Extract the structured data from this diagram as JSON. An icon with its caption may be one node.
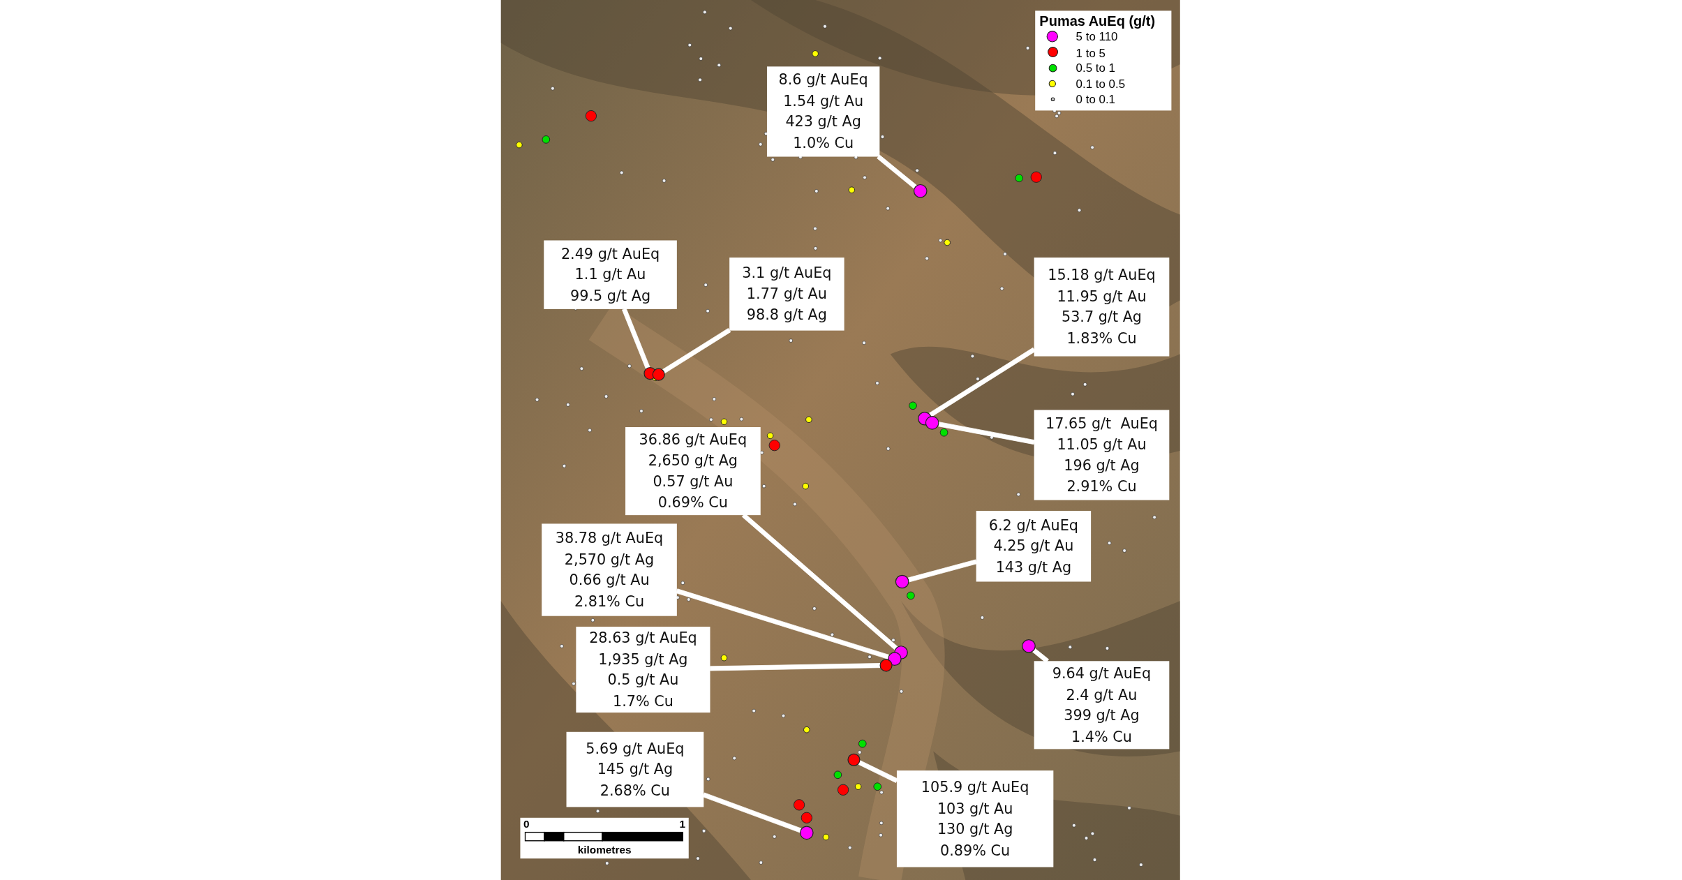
{
  "diagram": {
    "nodes": [
      {
        "text": [
          "8.6 g/t AuEq",
          "1.54 g/t Au",
          "423 g/t Ag",
          "1.0% Cu"
        ]
      },
      {
        "text": [
          "2.49 g/t AuEq",
          "1.1 g/t Au",
          "99.5 g/t Ag"
        ]
      },
      {
        "text": [
          "3.1 g/t AuEq",
          "1.77 g/t Au",
          "98.8 g/t Ag"
        ]
      },
      {
        "text": [
          "15.18 g/t AuEq",
          "11.95 g/t Au",
          "53.7 g/t Ag",
          "1.83% Cu"
        ]
      },
      {
        "text": [
          "17.65 g/t  AuEq",
          "11.05 g/t Au",
          "196 g/t Ag",
          "2.91% Cu"
        ]
      },
      {
        "text": [
          "36.86 g/t AuEq",
          "2,650 g/t Ag",
          "0.57 g/t Au",
          "0.69% Cu"
        ]
      },
      {
        "text": [
          "6.2 g/t AuEq",
          "4.25 g/t Au",
          "143 g/t Ag"
        ]
      },
      {
        "text": [
          "38.78 g/t AuEq",
          "2,570 g/t Ag",
          "0.66 g/t Au",
          "2.81% Cu"
        ]
      },
      {
        "text": [
          "28.63 g/t AuEq",
          "1,935 g/t Ag",
          "0.5 g/t Au",
          "1.7% Cu"
        ]
      },
      {
        "text": [
          "9.64 g/t AuEq",
          "2.4 g/t Au",
          "399 g/t Ag",
          "1.4% Cu"
        ]
      },
      {
        "text": [
          "5.69 g/t AuEq",
          "145 g/t Ag",
          "2.68% Cu"
        ]
      },
      {
        "text": [
          "105.9 g/t AuEq",
          "103 g/t Au",
          "130 g/t Ag",
          "0.89% Cu"
        ]
      },
      {
        "text": [],
        "shape": "circle"
      },
      {
        "text": [],
        "shape": "circle"
      },
      {
        "text": [],
        "shape": "circle"
      },
      {
        "text": [],
        "shape": "circle"
      },
      {
        "text": [],
        "shape": "circle"
      },
      {
        "text": [],
        "shape": "circle"
      },
      {
        "text": [],
        "shape": "circle"
      },
      {
        "text": [],
        "shape": "circle"
      },
      {
        "text": [],
        "shape": "circle"
      },
      {
        "text": [],
        "shape": "circle"
      },
      {
        "text": [],
        "shape": "circle"
      },
      {
        "text": [],
        "shape": "circle"
      }
    ],
    "edges": [
      {
        "from": 0,
        "to": 12,
        "arrow": "none"
      },
      {
        "from": 1,
        "to": 13,
        "arrow": "none"
      },
      {
        "from": 2,
        "to": 14,
        "arrow": "none"
      },
      {
        "from": 3,
        "to": 15,
        "arrow": "none"
      },
      {
        "from": 4,
        "to": 16,
        "arrow": "none"
      },
      {
        "from": 5,
        "to": 17,
        "arrow": "none"
      },
      {
        "from": 6,
        "to": 18,
        "arrow": "none"
      },
      {
        "from": 7,
        "to": 19,
        "arrow": "none"
      },
      {
        "from": 8,
        "to": 20,
        "arrow": "none"
      },
      {
        "from": 9,
        "to": 21,
        "arrow": "none"
      },
      {
        "from": 10,
        "to": 22,
        "arrow": "none"
      },
      {
        "from": 11,
        "to": 23,
        "arrow": "none"
      }
    ],
    "labels": [
      "Pumas AuEq (g/t)",
      "0",
      "1",
      "kilometres"
    ],
    "legend": [
      {
        "text": "5 to 110",
        "color": "#ff00ff"
      },
      {
        "text": "1 to 5",
        "color": "#ff0000"
      },
      {
        "text": "0.5 to 1",
        "color": "#00e000"
      },
      {
        "text": "0.1 to 0.5",
        "color": "#ffff00"
      },
      {
        "text": "0 to 0.1",
        "color": "#c8c8c8"
      }
    ]
  }
}
